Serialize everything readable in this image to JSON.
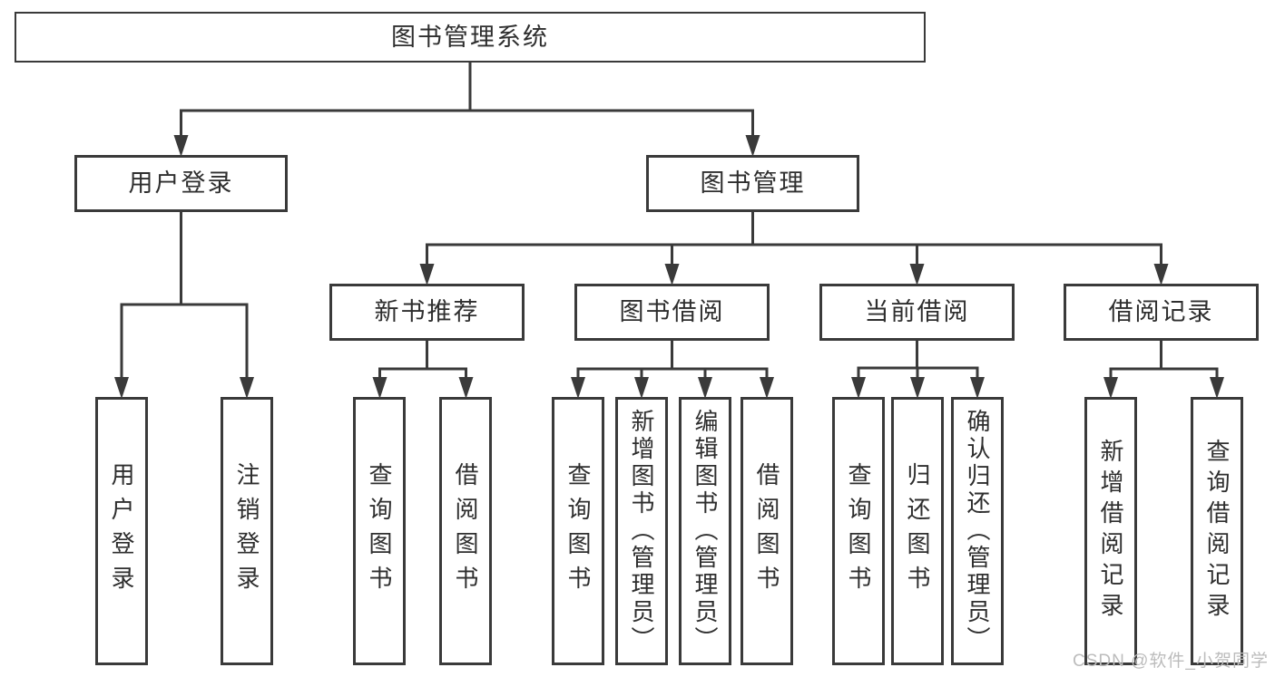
{
  "colors": {
    "line": "#3a3a3a",
    "box_border": "#3a3a3a",
    "text": "#2e2e2e",
    "watermark": "#bcbcbc"
  },
  "watermark": {
    "text": "CSDN @软件_小贺同学"
  },
  "tree": {
    "root": {
      "label": "图书管理系统"
    },
    "branches": [
      {
        "label": "用户登录",
        "children": [
          {
            "label": "用户登录"
          },
          {
            "label": "注销登录"
          }
        ]
      },
      {
        "label": "图书管理",
        "children": [
          {
            "label": "新书推荐",
            "children": [
              {
                "label": "查询图书"
              },
              {
                "label": "借阅图书"
              }
            ]
          },
          {
            "label": "图书借阅",
            "children": [
              {
                "label": "查询图书"
              },
              {
                "label": "新增图书（管理员）"
              },
              {
                "label": "编辑图书（管理员）"
              },
              {
                "label": "借阅图书"
              }
            ]
          },
          {
            "label": "当前借阅",
            "children": [
              {
                "label": "查询图书"
              },
              {
                "label": "归还图书"
              },
              {
                "label": "确认归还（管理员）"
              }
            ]
          },
          {
            "label": "借阅记录",
            "children": [
              {
                "label": "新增借阅记录"
              },
              {
                "label": "查询借阅记录"
              }
            ]
          }
        ]
      }
    ]
  }
}
